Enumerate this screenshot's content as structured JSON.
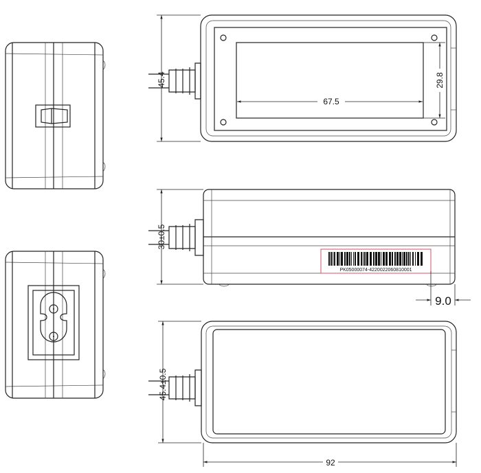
{
  "dimensions": {
    "top_height": "45.4",
    "window_width": "67.5",
    "window_height": "29.8",
    "side_height": "30±0.5",
    "foot_offset": "9.0",
    "bottom_height": "45.4±0.5",
    "overall_length": "92"
  },
  "label": {
    "serial": "PK05000074-4220022060810001",
    "border_color": "#d0506a"
  }
}
